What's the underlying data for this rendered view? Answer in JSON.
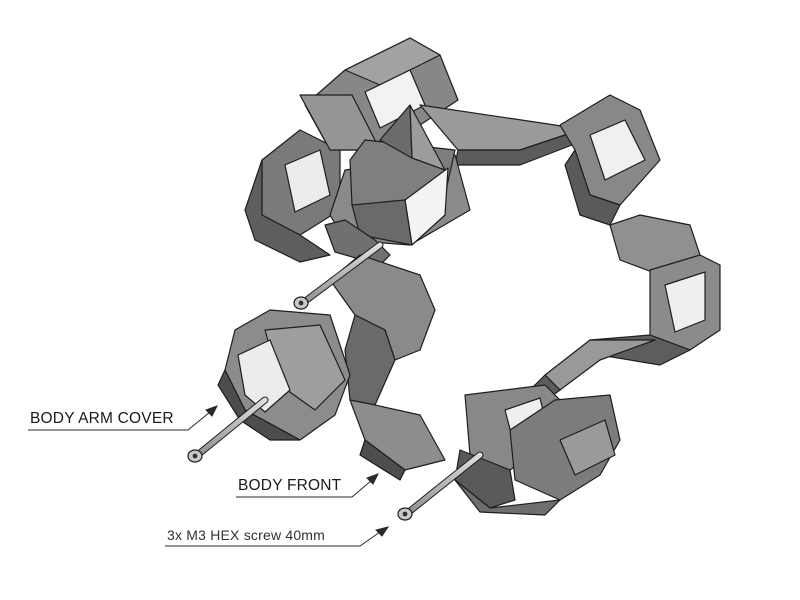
{
  "callouts": {
    "arm_cover": "BODY ARM COVER",
    "front": "BODY FRONT",
    "screws": "3x M3 HEX screw 40mm"
  },
  "colors": {
    "top_face": "#8e8e8e",
    "side_face": "#6a6a6a",
    "dark_face": "#4a4a4a",
    "highlight": "#f2f2f2",
    "edge": "#1e1e1e",
    "screw": "#b9b9b9"
  }
}
